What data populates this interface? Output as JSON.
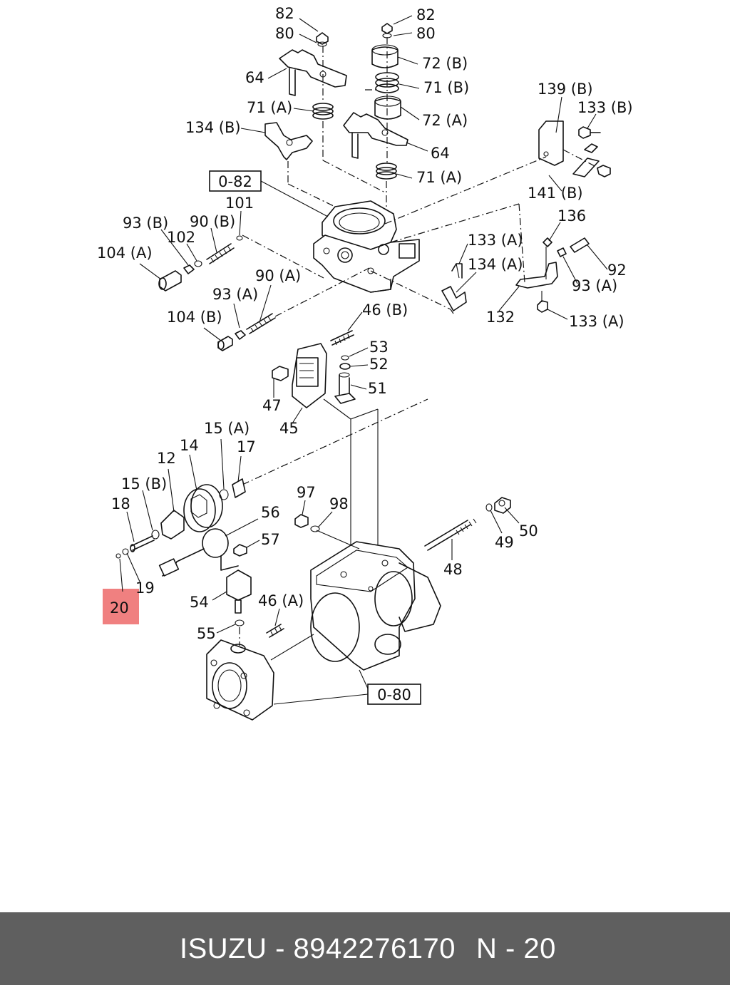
{
  "labels": {
    "l82a": "82",
    "l80a": "80",
    "l82b": "82",
    "l80b": "80",
    "l64a": "64",
    "l72b": "72 (B)",
    "l71b": "71 (B)",
    "l71a_top": "71 (A)",
    "l72a": "72 (A)",
    "l134b": "134 (B)",
    "l64b": "64",
    "l71a_mid": "71 (A)",
    "l139b": "139 (B)",
    "l133b": "133 (B)",
    "l101": "101",
    "l93b": "93 (B)",
    "l90b": "90 (B)",
    "l102": "102",
    "l104a": "104 (A)",
    "l141b": "141 (B)",
    "l136": "136",
    "l133a_1": "133 (A)",
    "l134a": "134 (A)",
    "l92": "92",
    "l93a_r": "93 (A)",
    "l90a": "90 (A)",
    "l93a_l": "93 (A)",
    "l104b": "104 (B)",
    "l132": "132",
    "l133a_2": "133 (A)",
    "l46b": "46 (B)",
    "l53": "53",
    "l52": "52",
    "l51": "51",
    "l47": "47",
    "l45": "45",
    "l15a": "15 (A)",
    "l14": "14",
    "l12": "12",
    "l17": "17",
    "l15b": "15 (B)",
    "l18": "18",
    "l56": "56",
    "l97": "97",
    "l98": "98",
    "l50": "50",
    "l57": "57",
    "l49": "49",
    "l19": "19",
    "l48": "48",
    "l20": "20",
    "l54": "54",
    "l46a": "46 (A)",
    "l55": "55"
  },
  "refs": {
    "ref1": "0-82",
    "ref2": "0-80"
  },
  "highlight": {
    "part": "20",
    "color": "#f08080"
  },
  "footer": {
    "brand": "ISUZU - 8942276170",
    "page": "N - 20",
    "background": "#5f5f5f",
    "text_color": "#ffffff"
  }
}
